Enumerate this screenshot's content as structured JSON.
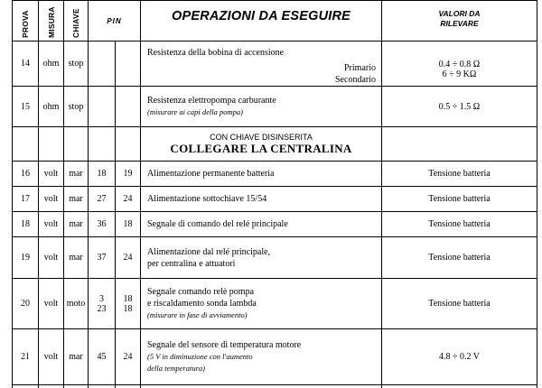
{
  "headers": {
    "prova": "PROVA",
    "misura": "MISURA",
    "chiave": "CHIAVE",
    "pin": "PIN",
    "operazioni": "OPERAZIONI DA ESEGUIRE",
    "valori_line1": "VALORI DA",
    "valori_line2": "RILEVARE"
  },
  "rows": [
    {
      "prova": "14",
      "misura": "ohm",
      "chiave": "stop",
      "pin_a": "",
      "pin_b": "",
      "op": "Resistenza della bobina di accensione",
      "sub1": "Primario",
      "sub2": "Secondario",
      "val1": "0.4 ÷ 0.8 Ω",
      "val2": "6 ÷ 9 KΩ"
    },
    {
      "prova": "15",
      "misura": "ohm",
      "chiave": "stop",
      "pin_a": "",
      "pin_b": "",
      "op": "Resistenza elettropompa carburante",
      "note": "(misurare ai capi della pompa)",
      "val": "0.5 ÷ 1.5 Ω"
    },
    {
      "section1": "CON CHIAVE DISINSERITA",
      "section2": "COLLEGARE LA CENTRALINA"
    },
    {
      "prova": "16",
      "misura": "volt",
      "chiave": "mar",
      "pin_a": "18",
      "pin_b": "19",
      "op": "Alimentazione permanente batteria",
      "val": "Tensione batteria"
    },
    {
      "prova": "17",
      "misura": "volt",
      "chiave": "mar",
      "pin_a": "27",
      "pin_b": "24",
      "op": "Alimentazione sottochiave 15/54",
      "val": "Tensione batteria"
    },
    {
      "prova": "18",
      "misura": "volt",
      "chiave": "mar",
      "pin_a": "36",
      "pin_b": "18",
      "op": "Segnale di comando del relé principale",
      "val": "Tensione batteria"
    },
    {
      "prova": "19",
      "misura": "volt",
      "chiave": "mar",
      "pin_a": "37",
      "pin_b": "24",
      "op1": "Alimentazione dal relé principale,",
      "op2": "per centralina e attuatori",
      "val": "Tensione batteria"
    },
    {
      "prova": "20",
      "misura": "volt",
      "chiave": "moto",
      "pin_a1": "3",
      "pin_a2": "23",
      "pin_b1": "18",
      "pin_b2": "18",
      "op1": "Segnale comando relè pompa",
      "op2": "e riscaldamento sonda lambda",
      "note": "(misurare in fase di avviamento)",
      "val": "Tensione batteria"
    },
    {
      "prova": "21",
      "misura": "volt",
      "chiave": "mar",
      "pin_a": "45",
      "pin_b": "24",
      "op": "Segnale del sensore di temperatura motore",
      "note1": "(5 V in diminuzione con l'aumento",
      "note2": "della temperatura)",
      "val": "4.8 ÷ 0.2 V"
    }
  ]
}
